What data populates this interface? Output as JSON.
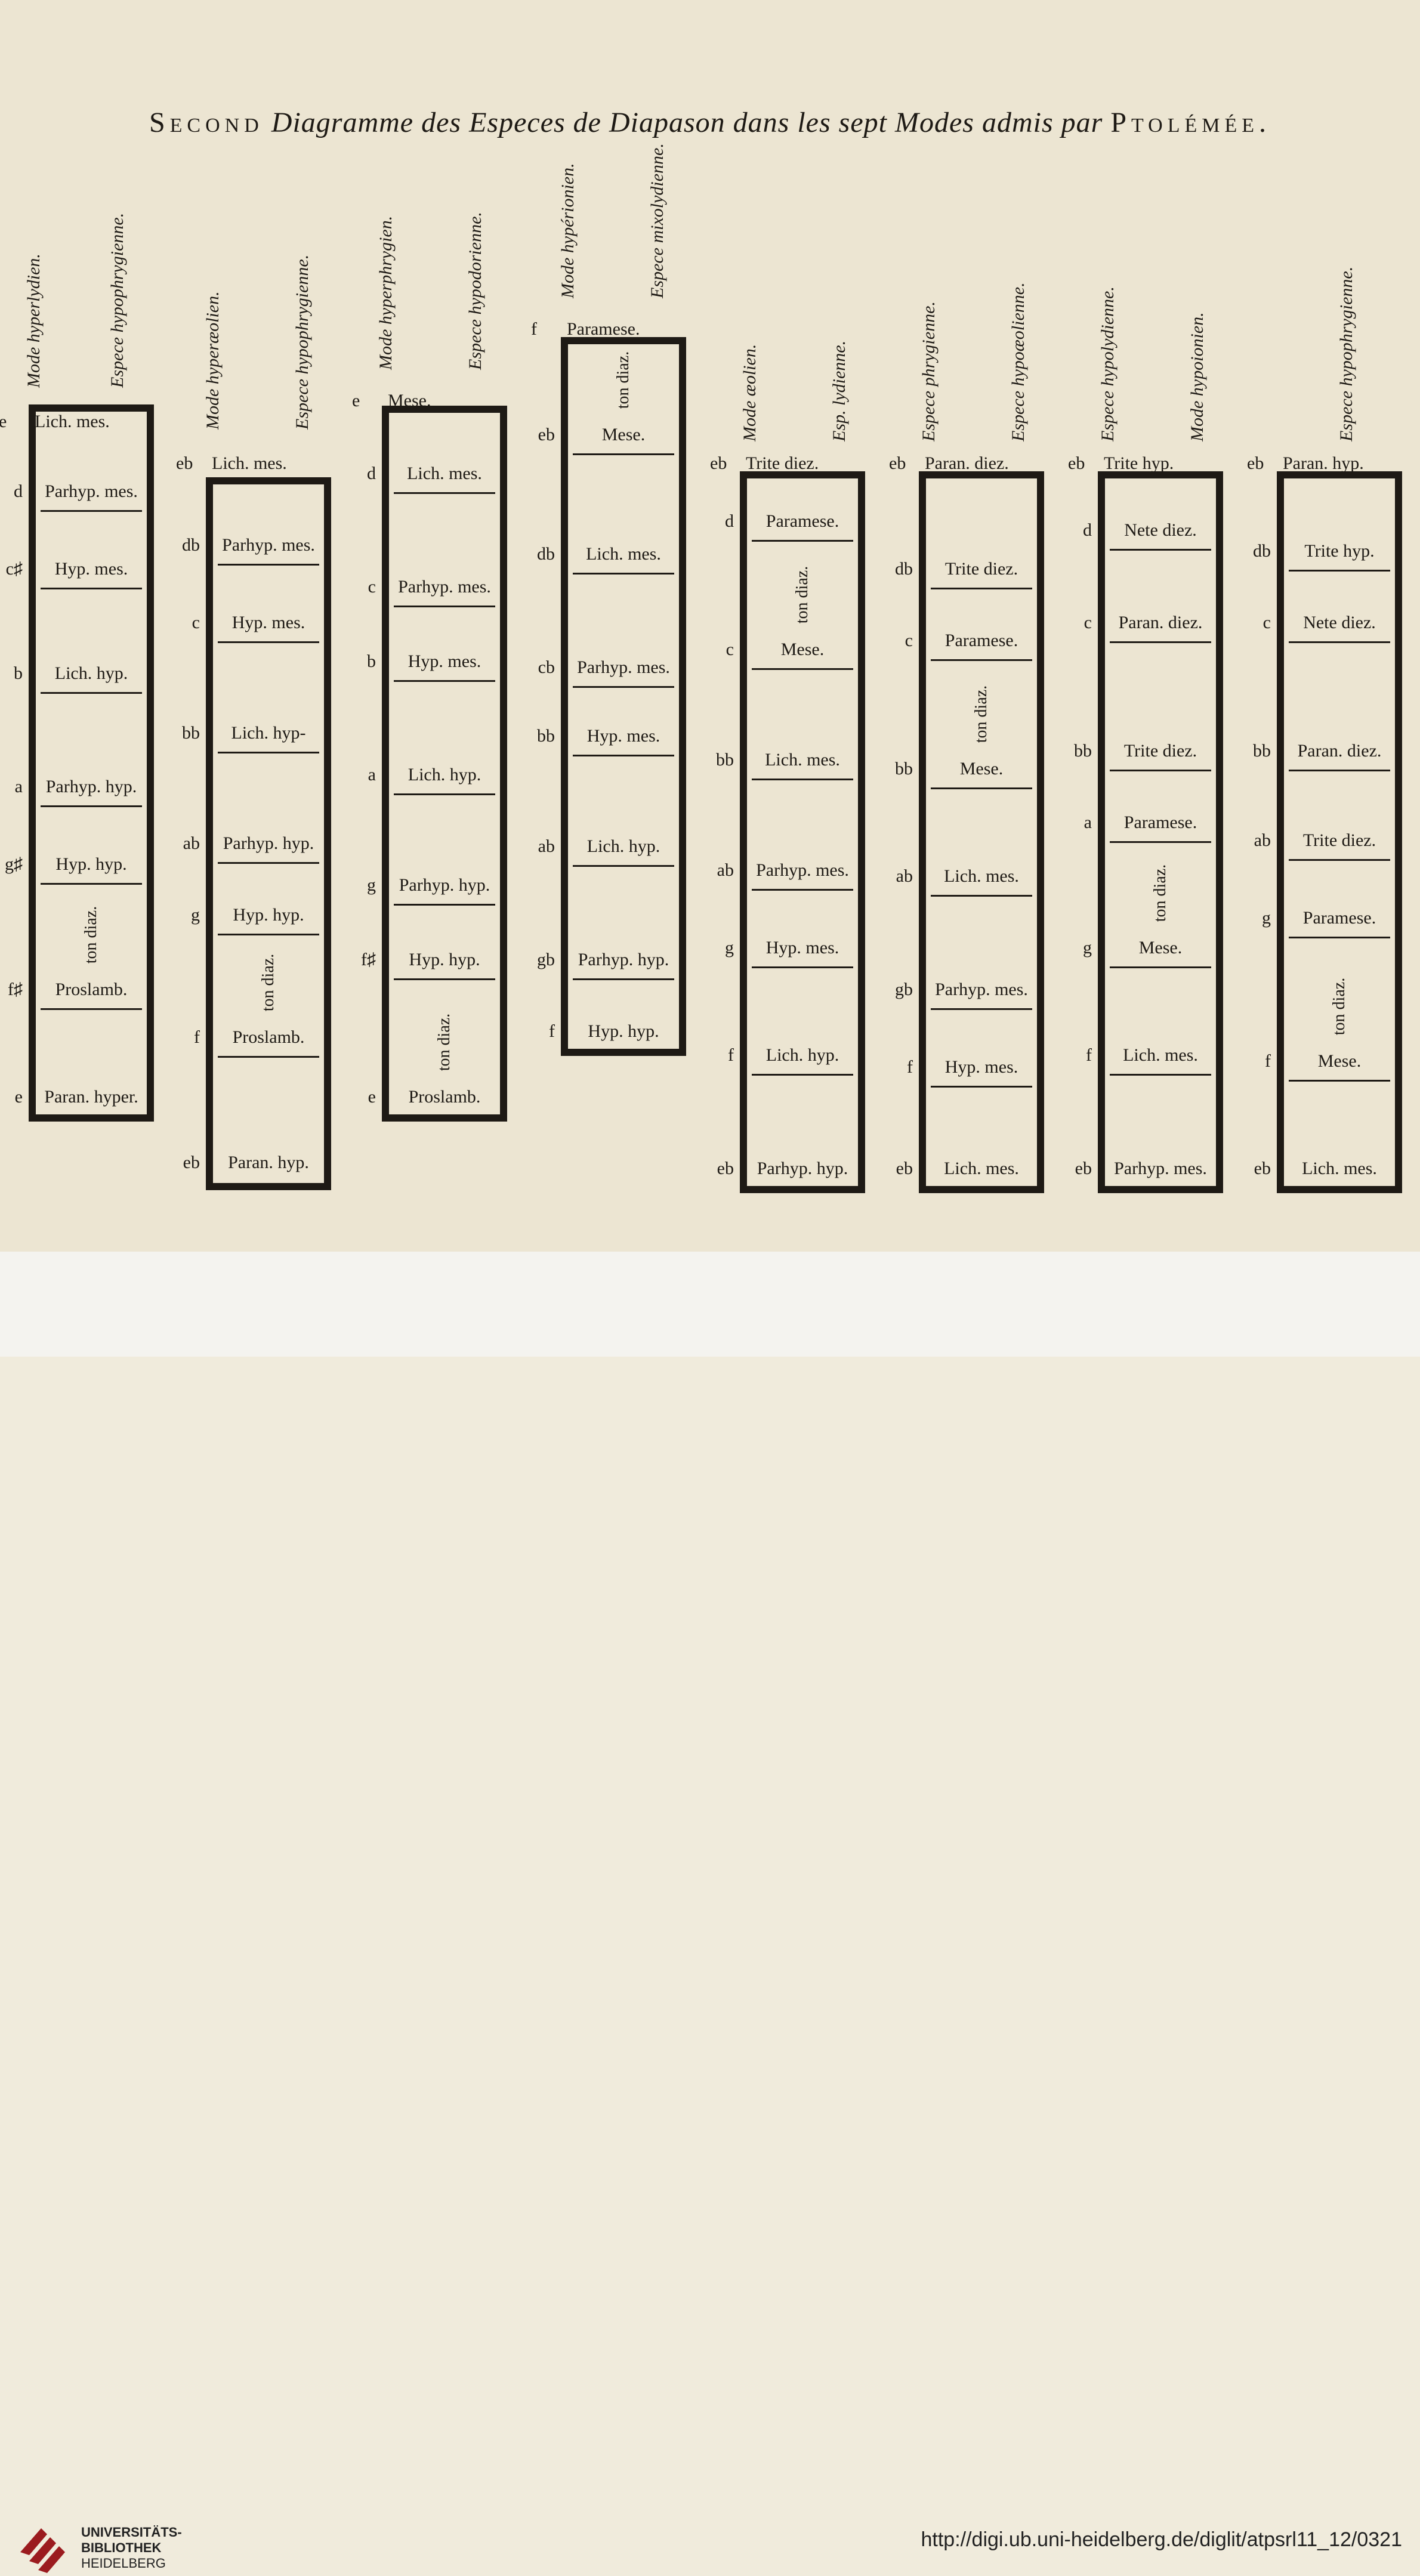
{
  "title": {
    "w1": "Second",
    "w2": "Diagramme des Especes de Diapason dans les sept Modes admis par",
    "w3": "Ptolémée."
  },
  "columns": [
    {
      "id": "c1",
      "mode": "Mode hyperlydien.",
      "espece": "Espece hypophrygienne.",
      "top_note": "e",
      "top_label": "Lich. mes.",
      "cells": [
        {
          "note": "d",
          "label": "Parhyp. mes."
        },
        {
          "note": "c♯",
          "label": "Hyp. mes."
        },
        {
          "note": "b",
          "label": "Lich. hyp."
        },
        {
          "note": "a",
          "label": "Parhyp. hyp."
        },
        {
          "note": "g♯",
          "label": "Hyp. hyp."
        },
        {
          "note": "f♯",
          "label": "Proslamb.",
          "ton": "ton diaz."
        },
        {
          "note": "e",
          "label": "Paran. hyper."
        }
      ]
    },
    {
      "id": "c2",
      "mode": "Mode hyperæolien.",
      "espece": "Espece hypophrygienne.",
      "top_note": "eb",
      "top_label": "Lich. mes.",
      "cells": [
        {
          "note": "db",
          "label": "Parhyp. mes."
        },
        {
          "note": "c",
          "label": "Hyp. mes."
        },
        {
          "note": "bb",
          "label": "Lich. hyp-"
        },
        {
          "note": "ab",
          "label": "Parhyp. hyp."
        },
        {
          "note": "g",
          "label": "Hyp. hyp."
        },
        {
          "note": "f",
          "label": "Proslamb.",
          "ton": "ton diaz."
        },
        {
          "note": "eb",
          "label": "Paran. hyp."
        }
      ]
    },
    {
      "id": "c3",
      "mode": "Mode hyperphrygien.",
      "espece": "Espece hypodorienne.",
      "top_note": "e",
      "top_label": "Mese.",
      "cells": [
        {
          "note": "d",
          "label": "Lich. mes."
        },
        {
          "note": "c",
          "label": "Parhyp. mes."
        },
        {
          "note": "b",
          "label": "Hyp. mes."
        },
        {
          "note": "a",
          "label": "Lich. hyp."
        },
        {
          "note": "g",
          "label": "Parhyp. hyp."
        },
        {
          "note": "f♯",
          "label": "Hyp. hyp."
        },
        {
          "note": "e",
          "label": "Proslamb.",
          "ton": "ton diaz."
        }
      ]
    },
    {
      "id": "c4",
      "mode": "Mode hypérionien.",
      "espece": "Espece mixolydienne.",
      "top_note": "f",
      "top_label": "Paramese.",
      "cells": [
        {
          "note": "eb",
          "label": "Mese.",
          "ton": "ton diaz."
        },
        {
          "note": "db",
          "label": "Lich. mes."
        },
        {
          "note": "cb",
          "label": "Parhyp. mes."
        },
        {
          "note": "bb",
          "label": "Hyp. mes."
        },
        {
          "note": "ab",
          "label": "Lich. hyp."
        },
        {
          "note": "gb",
          "label": "Parhyp. hyp."
        },
        {
          "note": "f",
          "label": "Hyp. hyp."
        }
      ]
    },
    {
      "id": "c5",
      "mode": "Mode æolien.",
      "espece": "Esp. lydienne.",
      "top_note": "eb",
      "top_label": "Trite diez.",
      "cells": [
        {
          "note": "d",
          "label": "Paramese."
        },
        {
          "note": "c",
          "label": "Mese.",
          "ton": "ton diaz."
        },
        {
          "note": "bb",
          "label": "Lich. mes."
        },
        {
          "note": "ab",
          "label": "Parhyp. mes."
        },
        {
          "note": "g",
          "label": "Hyp. mes."
        },
        {
          "note": "f",
          "label": "Lich. hyp."
        },
        {
          "note": "eb",
          "label": "Parhyp. hyp."
        }
      ]
    },
    {
      "id": "c6",
      "mode": "Espece phrygienne.",
      "espece": "Espece hypoæolienne.",
      "top_note": "eb",
      "top_label": "Paran. diez.",
      "cells": [
        {
          "note": "db",
          "label": "Trite diez."
        },
        {
          "note": "c",
          "label": "Paramese."
        },
        {
          "note": "bb",
          "label": "Mese.",
          "ton": "ton diaz."
        },
        {
          "note": "ab",
          "label": "Lich. mes."
        },
        {
          "note": "gb",
          "label": "Parhyp. mes."
        },
        {
          "note": "f",
          "label": "Hyp. mes."
        },
        {
          "note": "eb",
          "label": "Lich. mes."
        }
      ]
    },
    {
      "id": "c7",
      "mode": "Espece hypolydienne.",
      "espece": "Mode hypoionien.",
      "top_note": "eb",
      "top_label": "Trite hyp.",
      "cells": [
        {
          "note": "d",
          "label": "Nete diez."
        },
        {
          "note": "c",
          "label": "Paran. diez."
        },
        {
          "note": "bb",
          "label": "Trite diez."
        },
        {
          "note": "a",
          "label": "Paramese."
        },
        {
          "note": "g",
          "label": "Mese.",
          "ton": "ton diaz."
        },
        {
          "note": "f",
          "label": "Lich. mes."
        },
        {
          "note": "eb",
          "label": "Parhyp. mes."
        }
      ]
    },
    {
      "id": "c8",
      "mode": "",
      "espece": "Espece hypophrygienne.",
      "top_note": "eb",
      "top_label": "Paran. hyp.",
      "cells": [
        {
          "note": "db",
          "label": "Trite hyp."
        },
        {
          "note": "c",
          "label": "Nete diez."
        },
        {
          "note": "bb",
          "label": "Paran. diez."
        },
        {
          "note": "ab",
          "label": "Trite diez."
        },
        {
          "note": "g",
          "label": "Paramese."
        },
        {
          "note": "f",
          "label": "Mese.",
          "ton": "ton diaz."
        },
        {
          "note": "eb",
          "label": "Lich. mes."
        }
      ]
    }
  ],
  "footer": {
    "logo_line1": "UNIVERSITÄTS-",
    "logo_line2": "BIBLIOTHEK",
    "logo_line3": "HEIDELBERG",
    "url": "http://digi.ub.uni-heidelberg.de/diglit/atpsrl11_12/0321"
  }
}
